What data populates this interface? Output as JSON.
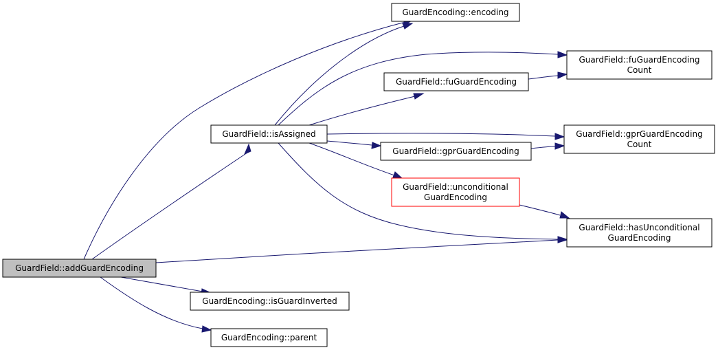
{
  "colors": {
    "edge": "#191970",
    "node_border": "#000000",
    "highlight_border": "#ff0000",
    "root_fill": "#bfbfbf",
    "node_fill": "#ffffff"
  },
  "nodes": {
    "add_guard_encoding": {
      "lines": [
        "GuardField::addGuardEncoding"
      ]
    },
    "is_assigned": {
      "lines": [
        "GuardField::isAssigned"
      ]
    },
    "encoding": {
      "lines": [
        "GuardEncoding::encoding"
      ]
    },
    "fu_guard_encoding_count": {
      "lines": [
        "GuardField::fuGuardEncoding",
        "Count"
      ]
    },
    "fu_guard_encoding": {
      "lines": [
        "GuardField::fuGuardEncoding"
      ]
    },
    "gpr_guard_encoding_count": {
      "lines": [
        "GuardField::gprGuardEncoding",
        "Count"
      ]
    },
    "gpr_guard_encoding": {
      "lines": [
        "GuardField::gprGuardEncoding"
      ]
    },
    "unconditional_guard_encoding": {
      "lines": [
        "GuardField::unconditional",
        "GuardEncoding"
      ]
    },
    "has_unconditional_guard_encoding": {
      "lines": [
        "GuardField::hasUnconditional",
        "GuardEncoding"
      ]
    },
    "is_guard_inverted": {
      "lines": [
        "GuardEncoding::isGuardInverted"
      ]
    },
    "parent": {
      "lines": [
        "GuardEncoding::parent"
      ]
    }
  }
}
